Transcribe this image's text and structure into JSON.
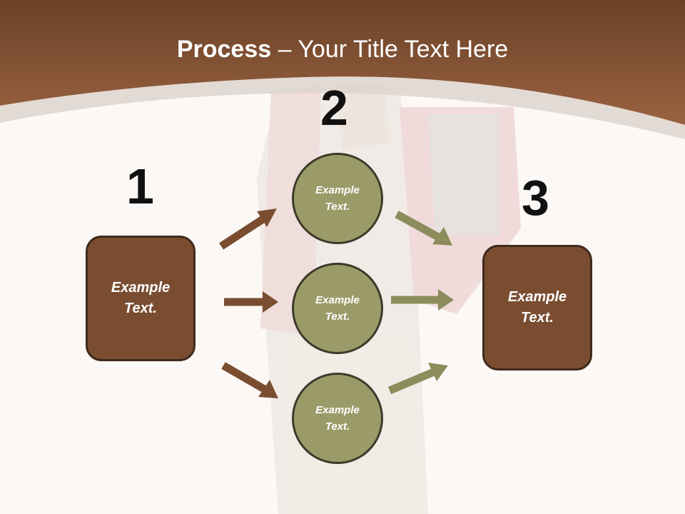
{
  "title": {
    "bold": "Process",
    "rest": " – Your Title Text Here"
  },
  "steps": {
    "n1": "1",
    "n2": "2",
    "n3": "3"
  },
  "left_box": "Example Text.",
  "right_box": "Example Text.",
  "circles": [
    "Example Text.",
    "Example Text.",
    "Example Text."
  ],
  "colors": {
    "header": "#7c4a2c",
    "box_fill": "#7a4d31",
    "circle_fill": "#9a9b69",
    "arrow_left": "#7a4d31",
    "arrow_right": "#8c8c5c"
  }
}
